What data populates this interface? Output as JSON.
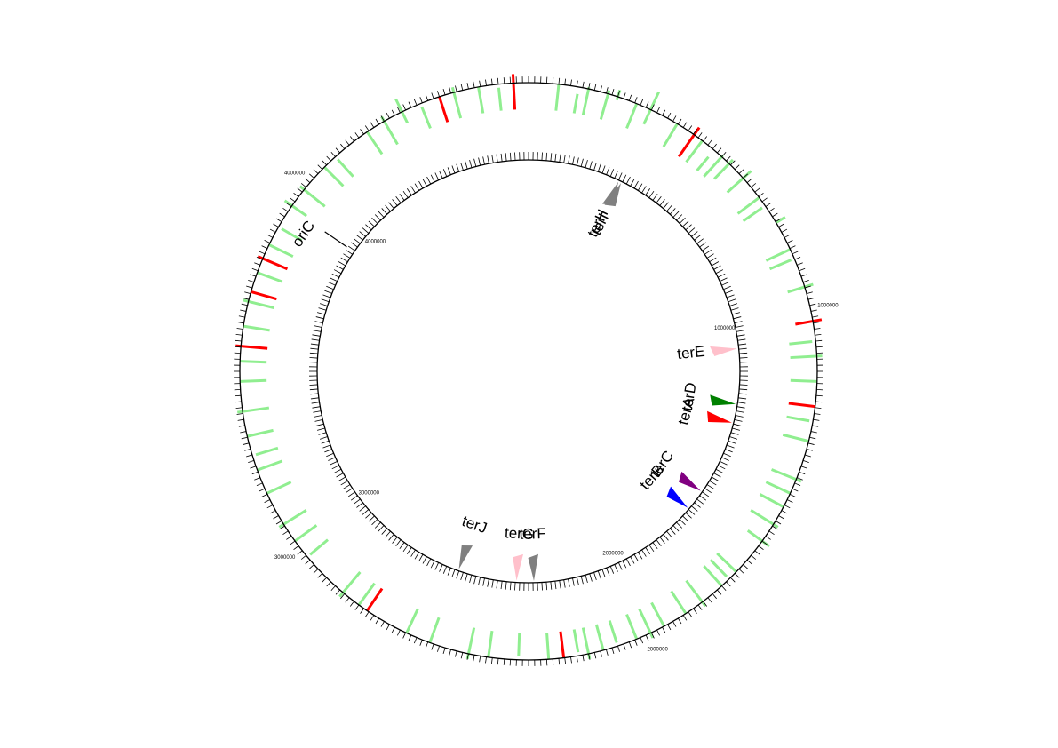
{
  "outer_ring": {
    "tick_labels": [
      {
        "text": "1000000",
        "bp": 1000000
      },
      {
        "text": "2000000",
        "bp": 2000000
      },
      {
        "text": "3000000",
        "bp": 3000000
      },
      {
        "text": "4000000",
        "bp": 4000000
      }
    ],
    "colors": {
      "normal": "#90ee90",
      "highlight": "#ff0000"
    },
    "features": [
      {
        "angle": 6,
        "color": "normal",
        "inset": 0,
        "len": 30
      },
      {
        "angle": 10,
        "color": "normal",
        "inset": 0,
        "len": 22
      },
      {
        "angle": 12,
        "color": "normal",
        "inset": 0,
        "len": 32
      },
      {
        "angle": 16,
        "color": "normal",
        "inset": 0,
        "len": 34
      },
      {
        "angle": 18,
        "color": "normal",
        "inset": 26,
        "len": 12
      },
      {
        "angle": 22,
        "color": "normal",
        "inset": 0,
        "len": 30
      },
      {
        "angle": 25,
        "color": "normal",
        "inset": 12,
        "len": 40
      },
      {
        "angle": 31,
        "color": "normal",
        "inset": 0,
        "len": 30
      },
      {
        "angle": 35,
        "color": "highlight",
        "inset": 0,
        "len": 40
      },
      {
        "angle": 37,
        "color": "normal",
        "inset": 0,
        "len": 30
      },
      {
        "angle": 40,
        "color": "normal",
        "inset": 0,
        "len": 20
      },
      {
        "angle": 42,
        "color": "normal",
        "inset": 0,
        "len": 32
      },
      {
        "angle": 44,
        "color": "normal",
        "inset": 6,
        "len": 30
      },
      {
        "angle": 48,
        "color": "normal",
        "inset": 6,
        "len": 36
      },
      {
        "angle": 53,
        "color": "normal",
        "inset": 0,
        "len": 30
      },
      {
        "angle": 55,
        "color": "normal",
        "inset": 0,
        "len": 26
      },
      {
        "angle": 59,
        "color": "normal",
        "inset": 30,
        "len": 12
      },
      {
        "angle": 65,
        "color": "normal",
        "inset": 0,
        "len": 30
      },
      {
        "angle": 67,
        "color": "normal",
        "inset": 0,
        "len": 26
      },
      {
        "angle": 73,
        "color": "normal",
        "inset": 10,
        "len": 30
      },
      {
        "angle": 80,
        "color": "highlight",
        "inset": 10,
        "len": 30
      },
      {
        "angle": 84,
        "color": "normal",
        "inset": 0,
        "len": 26
      },
      {
        "angle": 87,
        "color": "normal",
        "inset": 0,
        "len": 36
      },
      {
        "angle": 92,
        "color": "normal",
        "inset": 0,
        "len": 30
      },
      {
        "angle": 97,
        "color": "highlight",
        "inset": 0,
        "len": 30
      },
      {
        "angle": 100,
        "color": "normal",
        "inset": 0,
        "len": 26
      },
      {
        "angle": 104,
        "color": "normal",
        "inset": 0,
        "len": 30
      },
      {
        "angle": 112,
        "color": "normal",
        "inset": 0,
        "len": 36
      },
      {
        "angle": 115,
        "color": "normal",
        "inset": 0,
        "len": 30
      },
      {
        "angle": 118,
        "color": "normal",
        "inset": 0,
        "len": 30
      },
      {
        "angle": 122,
        "color": "normal",
        "inset": 0,
        "len": 36
      },
      {
        "angle": 126,
        "color": "normal",
        "inset": 10,
        "len": 30
      },
      {
        "angle": 134,
        "color": "normal",
        "inset": 0,
        "len": 30
      },
      {
        "angle": 136,
        "color": "normal",
        "inset": 0,
        "len": 26
      },
      {
        "angle": 138,
        "color": "normal",
        "inset": 0,
        "len": 30
      },
      {
        "angle": 143,
        "color": "normal",
        "inset": 0,
        "len": 36
      },
      {
        "angle": 147,
        "color": "normal",
        "inset": 0,
        "len": 30
      },
      {
        "angle": 152,
        "color": "normal",
        "inset": 0,
        "len": 30
      },
      {
        "angle": 155,
        "color": "normal",
        "inset": 0,
        "len": 36
      },
      {
        "angle": 158,
        "color": "normal",
        "inset": 0,
        "len": 30
      },
      {
        "angle": 162,
        "color": "normal",
        "inset": 0,
        "len": 26
      },
      {
        "angle": 165,
        "color": "normal",
        "inset": 0,
        "len": 30
      },
      {
        "angle": 168,
        "color": "normal",
        "inset": 0,
        "len": 36
      },
      {
        "angle": 170,
        "color": "normal",
        "inset": 0,
        "len": 26
      },
      {
        "angle": 173,
        "color": "highlight",
        "inset": 0,
        "len": 30
      },
      {
        "angle": 176,
        "color": "normal",
        "inset": 0,
        "len": 30
      },
      {
        "angle": 182,
        "color": "normal",
        "inset": 0,
        "len": 26
      },
      {
        "angle": 188,
        "color": "normal",
        "inset": 0,
        "len": 30
      },
      {
        "angle": 192,
        "color": "normal",
        "inset": 0,
        "len": 36
      },
      {
        "angle": 200,
        "color": "normal",
        "inset": 0,
        "len": 30
      },
      {
        "angle": 205,
        "color": "normal",
        "inset": 0,
        "len": 30
      },
      {
        "angle": 214,
        "color": "highlight",
        "inset": 0,
        "len": 30
      },
      {
        "angle": 216,
        "color": "normal",
        "inset": 0,
        "len": 30
      },
      {
        "angle": 220,
        "color": "normal",
        "inset": 0,
        "len": 36
      },
      {
        "angle": 230,
        "color": "normal",
        "inset": 0,
        "len": 26
      },
      {
        "angle": 234,
        "color": "normal",
        "inset": 0,
        "len": 30
      },
      {
        "angle": 238,
        "color": "normal",
        "inset": 0,
        "len": 36
      },
      {
        "angle": 245,
        "color": "normal",
        "inset": 0,
        "len": 30
      },
      {
        "angle": 250,
        "color": "normal",
        "inset": 0,
        "len": 30
      },
      {
        "angle": 253,
        "color": "normal",
        "inset": 0,
        "len": 26
      },
      {
        "angle": 257,
        "color": "normal",
        "inset": 0,
        "len": 30
      },
      {
        "angle": 262,
        "color": "normal",
        "inset": 0,
        "len": 36
      },
      {
        "angle": 268,
        "color": "normal",
        "inset": 0,
        "len": 30
      },
      {
        "angle": 272,
        "color": "normal",
        "inset": 0,
        "len": 30
      },
      {
        "angle": 275,
        "color": "highlight",
        "inset": 0,
        "len": 36
      },
      {
        "angle": 279,
        "color": "normal",
        "inset": 0,
        "len": 30
      },
      {
        "angle": 284,
        "color": "normal",
        "inset": 0,
        "len": 36
      },
      {
        "angle": 286,
        "color": "highlight",
        "inset": 0,
        "len": 30
      },
      {
        "angle": 290,
        "color": "normal",
        "inset": 0,
        "len": 30
      },
      {
        "angle": 293,
        "color": "highlight",
        "inset": 0,
        "len": 36
      },
      {
        "angle": 296,
        "color": "normal",
        "inset": 0,
        "len": 30
      },
      {
        "angle": 300,
        "color": "normal",
        "inset": 0,
        "len": 26
      },
      {
        "angle": 305,
        "color": "normal",
        "inset": 10,
        "len": 30
      },
      {
        "angle": 309,
        "color": "normal",
        "inset": 0,
        "len": 36
      },
      {
        "angle": 315,
        "color": "normal",
        "inset": 0,
        "len": 30
      },
      {
        "angle": 318,
        "color": "normal",
        "inset": 0,
        "len": 26
      },
      {
        "angle": 326,
        "color": "normal",
        "inset": 0,
        "len": 30
      },
      {
        "angle": 330,
        "color": "normal",
        "inset": 0,
        "len": 36
      },
      {
        "angle": 334,
        "color": "normal",
        "inset": 16,
        "len": 30
      },
      {
        "angle": 338,
        "color": "normal",
        "inset": 0,
        "len": 26
      },
      {
        "angle": 342,
        "color": "highlight",
        "inset": 0,
        "len": 30
      },
      {
        "angle": 345,
        "color": "normal",
        "inset": 0,
        "len": 36
      },
      {
        "angle": 350,
        "color": "normal",
        "inset": 0,
        "len": 30
      },
      {
        "angle": 354,
        "color": "normal",
        "inset": 0,
        "len": 26
      },
      {
        "angle": 357,
        "color": "highlight",
        "inset": 0,
        "len": 40
      }
    ]
  },
  "inner_ring": {
    "tick_labels": [
      {
        "text": "1000000",
        "bp": 1000000
      },
      {
        "text": "2000000",
        "bp": 2000000
      },
      {
        "text": "3000000",
        "bp": 3000000
      },
      {
        "text": "4000000",
        "bp": 4000000
      }
    ],
    "origin": {
      "label": "oriC",
      "bp": 3925000
    },
    "sites": [
      {
        "label": "terH",
        "bp": 327000,
        "color": "#808080"
      },
      {
        "label": "terI",
        "bp": 337000,
        "color": "#808080"
      },
      {
        "label": "terE",
        "bp": 1080000,
        "color": "#ffc0cb"
      },
      {
        "label": "terD",
        "bp": 1276000,
        "color": "#008000"
      },
      {
        "label": "terA",
        "bp": 1343000,
        "color": "#ff0000"
      },
      {
        "label": "terC",
        "bp": 1609000,
        "color": "#800080"
      },
      {
        "label": "terB",
        "bp": 1684000,
        "color": "#0000ff"
      },
      {
        "label": "terF",
        "bp": 2302000,
        "color": "#808080"
      },
      {
        "label": "terG",
        "bp": 2363000,
        "color": "#ffc0cb"
      },
      {
        "label": "terJ",
        "bp": 2571000,
        "color": "#808080"
      }
    ]
  }
}
